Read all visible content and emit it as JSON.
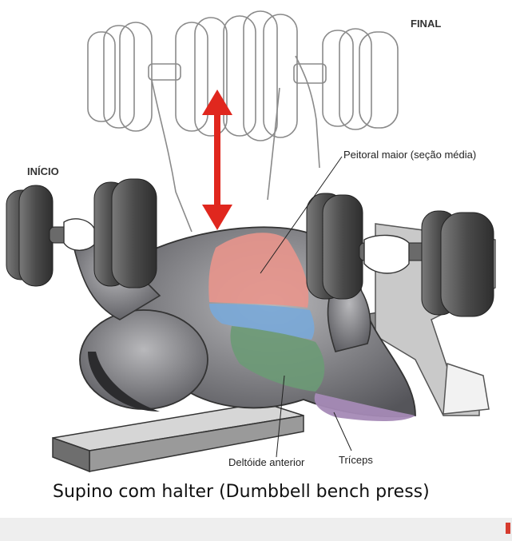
{
  "labels": {
    "final": "FINAL",
    "start": "INÍCIO",
    "pectoralis": "Peitoral maior (seção média)",
    "anterior_deltoid": "Deltóide anterior",
    "triceps": "Tríceps"
  },
  "caption": "Supino com halter (Dumbbell bench press)",
  "colors": {
    "pectoralis": "#e8958c",
    "deltoid": "#79a9d8",
    "deltoid_green": "#6c9a75",
    "triceps": "#a58ab6",
    "arrow": "#e0271e",
    "dumbbell": "#555555",
    "outline_ghost": "#8a8a8a"
  }
}
